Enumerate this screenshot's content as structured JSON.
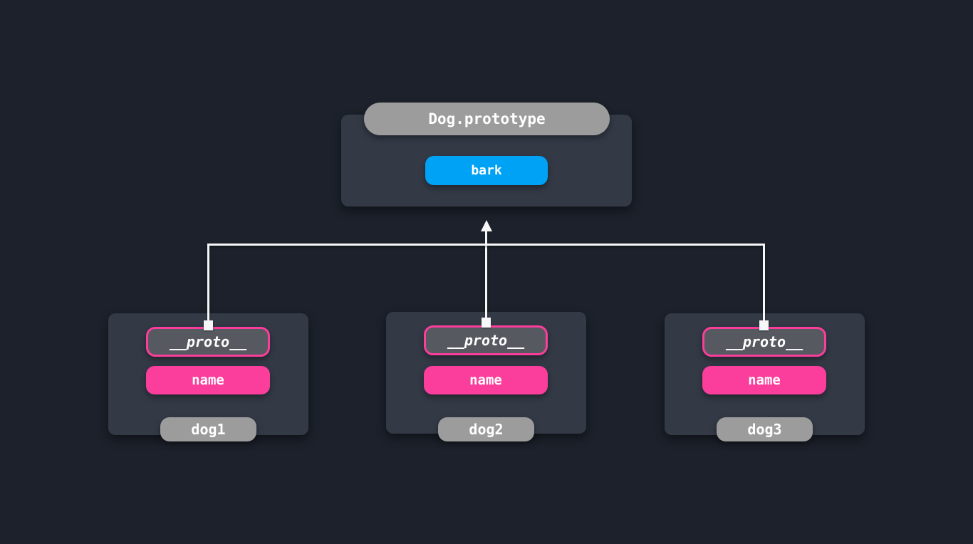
{
  "colors": {
    "bg": "#1c212b",
    "container": "#333a46",
    "proto-fill": "#56595f",
    "pink": "#fb3d9c",
    "blue": "#00a2f5",
    "gray": "#9c9c9c",
    "line": "#f7f7f7",
    "text": "#ffffff"
  },
  "prototype_box": {
    "title": "Dog.prototype",
    "method": "bark"
  },
  "instances": [
    {
      "proto_label": "__proto__",
      "name_label": "name",
      "var_name": "dog1"
    },
    {
      "proto_label": "__proto__",
      "name_label": "name",
      "var_name": "dog2"
    },
    {
      "proto_label": "__proto__",
      "name_label": "name",
      "var_name": "dog3"
    }
  ]
}
